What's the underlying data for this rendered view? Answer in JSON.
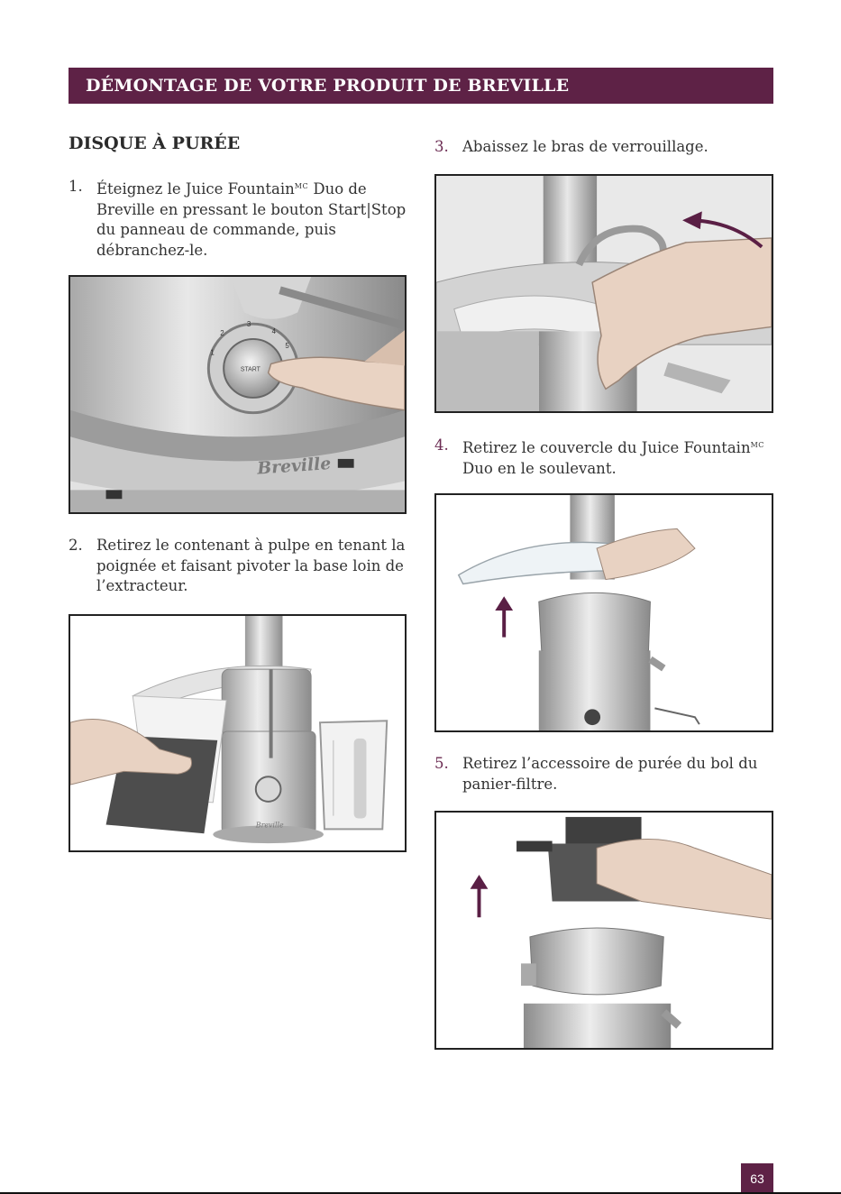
{
  "banner": {
    "title": "DÉMONTAGE DE VOTRE PRODUIT DE BREVILLE"
  },
  "section": {
    "heading": "DISQUE À PURÉE"
  },
  "steps": [
    {
      "num": "1.",
      "lines": [
        "Éteignez le Juice Fountain",
        "MC",
        " Duo de",
        "Breville en pressant le bouton Start|Stop",
        "du panneau de commande, puis",
        "débranchez-le."
      ]
    },
    {
      "num": "2.",
      "lines": [
        "Retirez le contenant à pulpe en tenant la",
        "poignée et faisant pivoter la base loin de",
        "l’extracteur."
      ]
    },
    {
      "num": "3.",
      "lines": [
        "Abaissez le bras de verrouillage."
      ]
    },
    {
      "num": "4.",
      "lines": [
        "Retirez le couvercle du Juice Fountain",
        "MC",
        "Duo en le soulevant."
      ]
    },
    {
      "num": "5.",
      "lines": [
        "Retirez l’accessoire de purée du bol du",
        "panier-filtre."
      ]
    }
  ],
  "photos": {
    "p1": {
      "brand": "Breville",
      "dial_label": "START",
      "dial_numbers": [
        "1",
        "2",
        "3",
        "4",
        "5"
      ]
    },
    "p2": {
      "brand": "Breville"
    }
  },
  "colors": {
    "accent": "#5e2246",
    "arrow": "#5a1f45"
  },
  "page": {
    "number": "63"
  }
}
